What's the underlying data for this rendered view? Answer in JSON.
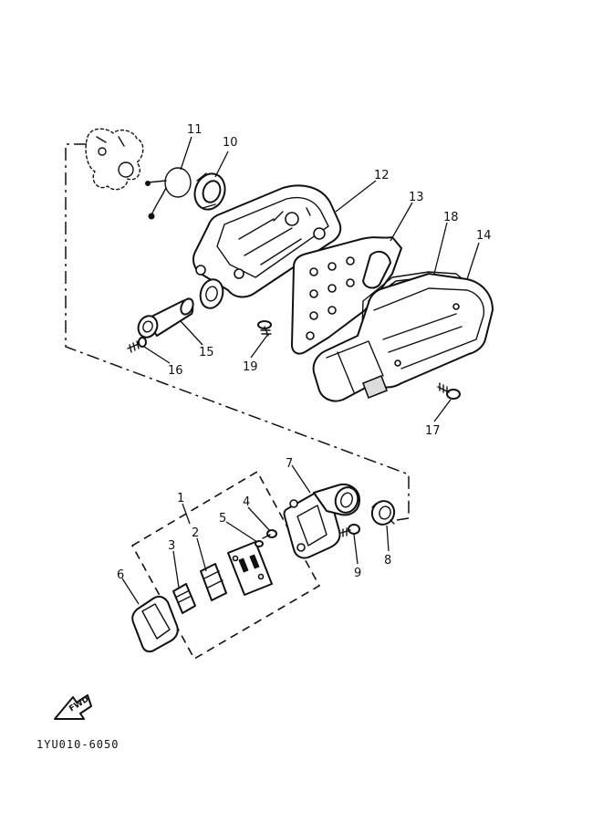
{
  "diagram": {
    "drawing_code": "1YU010-6050",
    "fwd_label": "FWD",
    "callouts": [
      "1",
      "2",
      "3",
      "4",
      "5",
      "6",
      "7",
      "8",
      "9",
      "10",
      "11",
      "12",
      "13",
      "14",
      "15",
      "16",
      "17",
      "18",
      "19"
    ]
  }
}
